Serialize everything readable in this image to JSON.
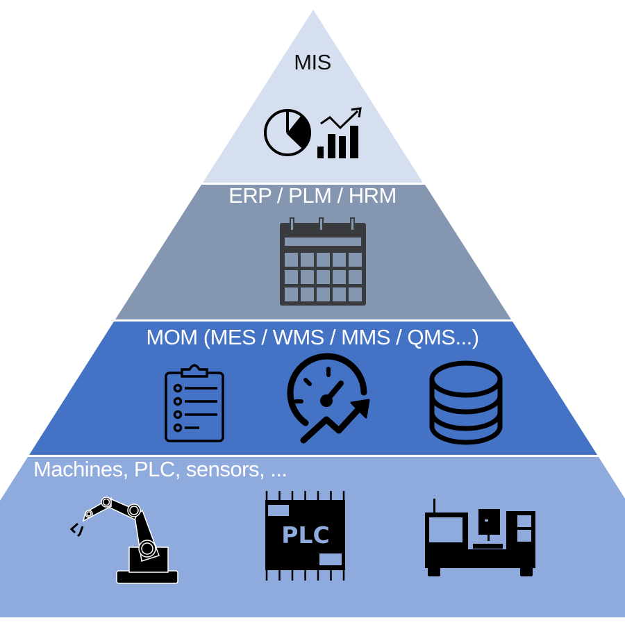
{
  "diagram": {
    "type": "pyramid",
    "background": "#ffffff",
    "levels": [
      {
        "id": "mis",
        "label": "MIS",
        "fill": "#d6dfef",
        "text_color": "#111111",
        "icons": [
          "pie-and-bar-chart-icon"
        ]
      },
      {
        "id": "erp",
        "label": "ERP / PLM / HRM",
        "fill": "#8496b0",
        "text_color": "#ffffff",
        "icons": [
          "calendar-icon"
        ]
      },
      {
        "id": "mom",
        "label": "MOM (MES / WMS / MMS / QMS...)",
        "fill": "#4472c4",
        "text_color": "#ffffff",
        "icons": [
          "clipboard-checklist-icon",
          "speedometer-trend-icon",
          "database-icon"
        ]
      },
      {
        "id": "machines",
        "label": "Machines, PLC, sensors, ...",
        "fill": "#8faadc",
        "text_color": "#ffffff",
        "icons": [
          "robot-arm-icon",
          "plc-chip-icon",
          "cnc-machine-icon"
        ]
      }
    ],
    "plc_chip_text": "PLC",
    "icon_colors": {
      "dark": "#000000",
      "calendar": "#3a3b3e"
    }
  }
}
